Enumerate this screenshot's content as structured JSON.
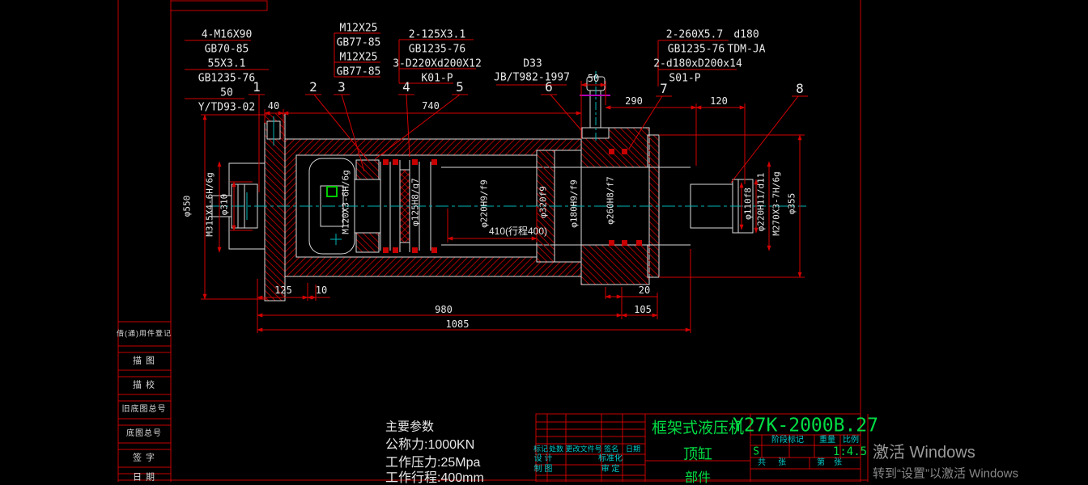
{
  "notes": {
    "n1": [
      "4-M16X90",
      "GB70-85",
      "55X3.1",
      "GB1235-76",
      "50",
      "Y/TD93-02"
    ],
    "n2": [
      "M12X25",
      "GB77-85",
      "M12X25",
      "GB77-85"
    ],
    "n3": [
      "2-125X3.1",
      "GB1235-76",
      "3-D220Xd200X12",
      "K01-P"
    ],
    "n4": [
      "D33",
      "JB/T982-1997"
    ],
    "n5": [
      "2-260X5.7",
      "GB1235-76",
      "2-d180xD200x14",
      "S01-P"
    ],
    "n5r": [
      "d180",
      "TDM-JA"
    ]
  },
  "balloons": [
    "1",
    "2",
    "3",
    "4",
    "5",
    "6",
    "7",
    "8"
  ],
  "dims": {
    "w40": "40",
    "w740": "740",
    "w50": "50",
    "w290": "290",
    "w120": "120",
    "w125": "125",
    "w10": "10",
    "w20": "20",
    "w980": "980",
    "w105": "105",
    "w1085": "1085",
    "stroke": "410(行程400)"
  },
  "fits": {
    "f550": "φ550",
    "f315": "M315X4-6H/6g",
    "f310": "φ310",
    "f120": "M120X3-6H/6g",
    "f125": "φ125H8/g7",
    "f220": "φ220H9/f9",
    "f320": "φ320f9",
    "f180": "φ180H9/f9",
    "f260": "φ260H8/f7",
    "f110": "φ110f8",
    "f220d": "φ220H11/d11",
    "f270": "M270X3-7H/6g",
    "f355": "φ355"
  },
  "params": {
    "title": "主要参数",
    "line1": "公称力:1000KN",
    "line2": "工作压力:25Mpa",
    "line3": "工作行程:400mm"
  },
  "border_fields": [
    "借(通)用件登记",
    "描 图",
    "描 校",
    "旧底图总号",
    "底图总号",
    "签 字",
    "日 期"
  ],
  "title_block": {
    "product": "框架式液压机",
    "part": "顶缸",
    "kind": "部件",
    "drawing_no": "Y27K-2000B.27",
    "rev_h1": "标记",
    "rev_h2": "处数",
    "rev_h3": "更改文件号",
    "rev_h4": "签名",
    "rev_h5": "日期",
    "role1": "设 计",
    "role2": "标准化",
    "role3": "制 图",
    "role4": "审 定",
    "stage_label": "阶段标记",
    "weight_label": "重量",
    "scale_label": "比例",
    "stage_value": "S",
    "scale_value": "1:4.5",
    "sheet1": "共",
    "sheet2": "张",
    "sheet3": "第",
    "sheet4": "张"
  },
  "watermark": {
    "line1": "激活 Windows",
    "line2": "转到“设置”以激活 Windows"
  },
  "colors": {
    "dim_red": "#d40000",
    "hatch_red": "#a50000",
    "geometry_white": "#dcdcdc",
    "centerline_cyan": "#00b4b4",
    "seal_magenta": "#b400b4",
    "title_green": "#00dd44"
  }
}
